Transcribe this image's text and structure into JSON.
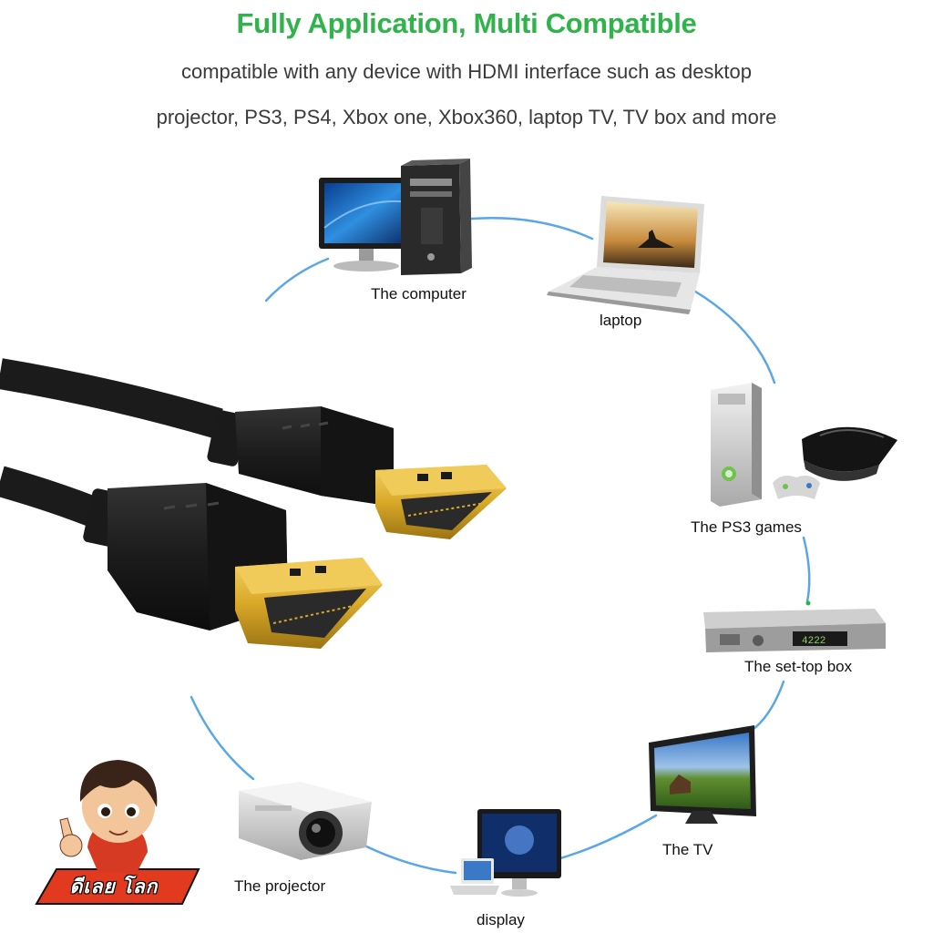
{
  "header": {
    "title": "Fully Application, Multi Compatible",
    "line1": "compatible with any device with HDMI interface such as desktop",
    "line2": "projector, PS3, PS4, Xbox one, Xbox360, laptop TV, TV box and more"
  },
  "devices": {
    "computer": "The computer",
    "laptop": "laptop",
    "ps3": "The PS3 games",
    "settop": "The set-top box",
    "tv": "The TV",
    "display": "display",
    "projector": "The projector"
  },
  "settop_display": "4222",
  "logo": {
    "text": "ดีเลย โลก"
  },
  "colors": {
    "title_green": "#2fb34a",
    "connector_line": "#5aa6e6",
    "cable_black": "#1b1b1b",
    "gold": "#d9a928",
    "logo_red": "#e23a1e"
  }
}
